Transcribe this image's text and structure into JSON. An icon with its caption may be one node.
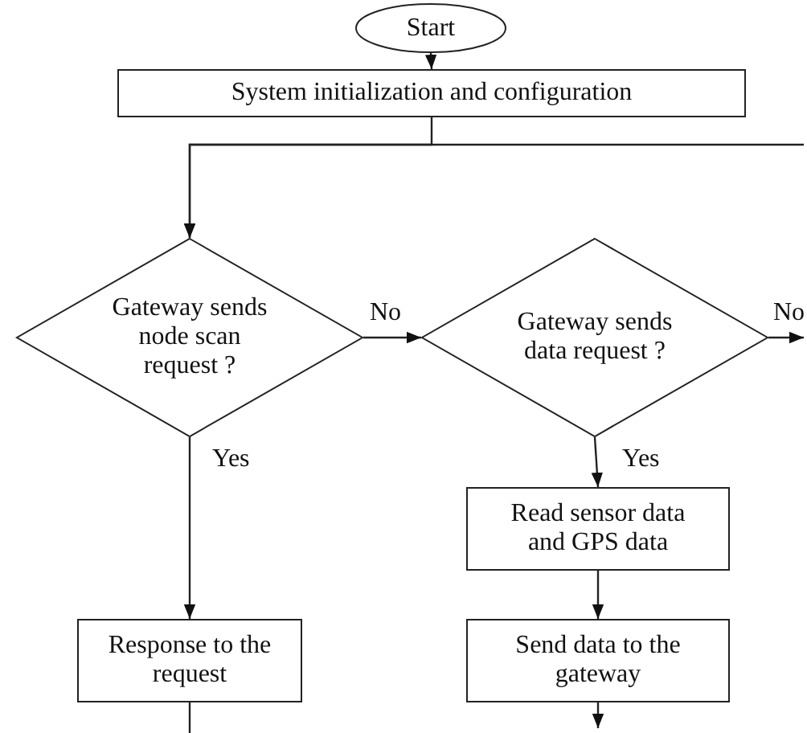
{
  "diagram": {
    "nodes": [
      {
        "text": [
          "Start"
        ]
      },
      {
        "text": [
          "System initialization and configuration"
        ]
      },
      {
        "text": [
          "Gateway sends node scan request ?"
        ]
      },
      {
        "text": [
          "Gateway sends data request ?"
        ]
      },
      {
        "text": [
          "Response to the request"
        ]
      },
      {
        "text": [
          "Read sensor data and GPS data"
        ]
      },
      {
        "text": [
          "Send data to the gateway"
        ]
      }
    ],
    "edges": [
      {
        "from": 0,
        "to": 1,
        "arrow": "to"
      },
      {
        "from": 1,
        "to": 2,
        "arrow": "to"
      },
      {
        "from": null,
        "to": 2,
        "arrow": "to"
      },
      {
        "from": 2,
        "to": 3,
        "label": "No",
        "arrow": "to"
      },
      {
        "from": 3,
        "to": null,
        "label": "No",
        "arrow": "to"
      },
      {
        "from": 2,
        "to": 4,
        "label": "Yes",
        "arrow": "to"
      },
      {
        "from": 3,
        "to": 5,
        "label": "Yes",
        "arrow": "to"
      },
      {
        "from": 5,
        "to": 6,
        "arrow": "to"
      },
      {
        "from": 6,
        "to": null,
        "arrow": "to"
      },
      {
        "from": 4,
        "to": null,
        "arrow": "none"
      }
    ]
  }
}
